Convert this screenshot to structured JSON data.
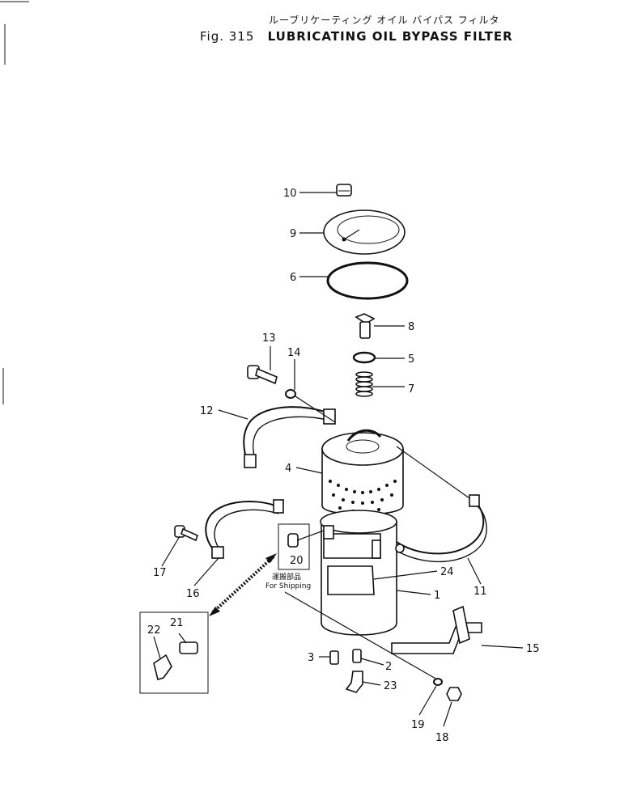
{
  "title_jp": "ルーブリケーティング オイル バイパス フィルタ",
  "fig_label": "Fig. 315",
  "title_en": "LUBRICATING OIL BYPASS FILTER",
  "shipping_note_jp": "運搬部品",
  "shipping_note_en": "For Shipping",
  "callouts": {
    "p1": "1",
    "p2": "2",
    "p3": "3",
    "p4": "4",
    "p5": "5",
    "p6": "6",
    "p7": "7",
    "p8": "8",
    "p9": "9",
    "p10": "10",
    "p11": "11",
    "p12": "12",
    "p13": "13",
    "p14": "14",
    "p15": "15",
    "p16": "16",
    "p17": "17",
    "p18": "18",
    "p19": "19",
    "p20": "20",
    "p21": "21",
    "p22": "22",
    "p23": "23",
    "p24": "24"
  }
}
